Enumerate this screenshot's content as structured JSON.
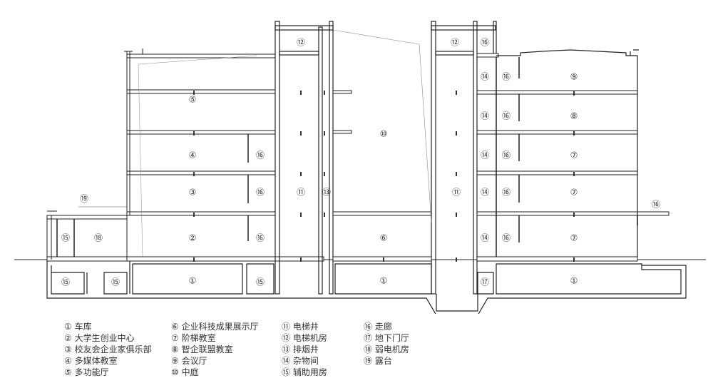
{
  "rooms": [
    {
      "num": "①",
      "name": "车库"
    },
    {
      "num": "②",
      "name": "大学生创业中心"
    },
    {
      "num": "③",
      "name": "校友会企业家俱乐部"
    },
    {
      "num": "④",
      "name": "多媒体教室"
    },
    {
      "num": "⑤",
      "name": "多功能厅"
    },
    {
      "num": "⑥",
      "name": "企业科技成果展示厅"
    },
    {
      "num": "⑦",
      "name": "阶梯教室"
    },
    {
      "num": "⑧",
      "name": "智企联盟教室"
    },
    {
      "num": "⑨",
      "name": "会议厅"
    },
    {
      "num": "⑩",
      "name": "中庭"
    },
    {
      "num": "⑪",
      "name": "电梯井"
    },
    {
      "num": "⑫",
      "name": "电梯机房"
    },
    {
      "num": "⑬",
      "name": "排烟井"
    },
    {
      "num": "⑭",
      "name": "杂物间"
    },
    {
      "num": "⑮",
      "name": "辅助用房"
    },
    {
      "num": "⑯",
      "name": "走廊"
    },
    {
      "num": "⑰",
      "name": "地下门厅"
    },
    {
      "num": "⑱",
      "name": "弱电机房"
    },
    {
      "num": "⑲",
      "name": "露台"
    }
  ],
  "legend_columns": [
    [
      "① 车库",
      "② 大学生创业中心",
      "③ 校友会企业家俱乐部",
      "④ 多媒体教室",
      "⑤ 多功能厅"
    ],
    [
      "⑥ 企业科技成果展示厅",
      "⑦ 阶梯教室",
      "⑧ 智企联盟教室",
      "⑨ 会议厅",
      "⑩ 中庭"
    ],
    [
      "⑪ 电梯井",
      "⑫ 电梯机房",
      "⑬ 排烟井",
      "⑭ 杂物间",
      "⑮ 辅助用房"
    ],
    [
      "⑯ 走廊",
      "⑰ 地下门厅",
      "⑱ 弱电机房",
      "⑲ 露台"
    ]
  ],
  "tags": [
    "①",
    "②",
    "③",
    "④",
    "⑤",
    "⑥",
    "⑦",
    "⑧",
    "⑨",
    "⑩",
    "⑪",
    "⑫",
    "⑬",
    "⑭",
    "⑮",
    "⑯",
    "⑰",
    "⑱",
    "⑲"
  ],
  "colors": {
    "line": "#2a2a2a",
    "slab": "#ffffff",
    "text": "#333333"
  }
}
